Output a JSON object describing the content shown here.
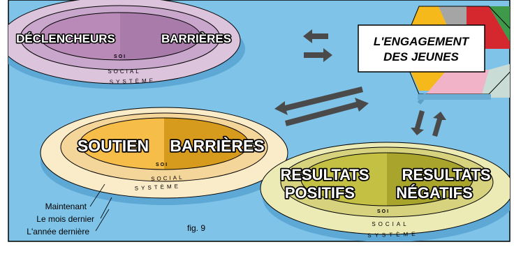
{
  "colors": {
    "background": "#7fc4e8",
    "panel_border": "#000000",
    "arrow": "#4a4a4a",
    "ellipse_top_outer": "#dcc4dc",
    "ellipse_top_mid": "#c9a6cc",
    "ellipse_top_inner_left": "#b98ab8",
    "ellipse_top_inner_right": "#a87bab",
    "ellipse_left_outer": "#faebc9",
    "ellipse_left_mid": "#f4d59a",
    "ellipse_left_inner_left": "#f6bd49",
    "ellipse_left_inner_right": "#d69a1c",
    "ellipse_right_outer": "#ecebb6",
    "ellipse_right_mid": "#d6d27e",
    "ellipse_right_inner_left": "#c4c044",
    "ellipse_right_inner_right": "#a9a52c",
    "hex_yellow": "#f6b91c",
    "hex_gray": "#a5a5a5",
    "hex_red": "#d4282e",
    "hex_pink": "#f1b3c8",
    "hex_teal": "#c9ddd6",
    "hex_green": "#3e9a4a"
  },
  "top_disk": {
    "left_label": "DÉCLENCHEURS",
    "right_label": "BARRIÈRES",
    "ring_inner": "SOI",
    "ring_middle": "SOCIAL",
    "ring_outer": "SYSTÈME"
  },
  "left_disk": {
    "left_label": "SOUTIEN",
    "right_label": "BARRIÈRES",
    "ring_inner": "SOI",
    "ring_middle": "SOCIAL",
    "ring_outer": "SYSTÈME"
  },
  "right_disk": {
    "left_label_line1": "RESULTATS",
    "left_label_line2": "POSITIFS",
    "right_label_line1": "RESULTATS",
    "right_label_line2": "NÉGATIFS",
    "ring_inner": "SOI",
    "ring_middle": "SOCIAL",
    "ring_outer": "SYSTÈME"
  },
  "engagement_box": {
    "line1": "L'ENGAGEMENT",
    "line2": "DES JEUNES"
  },
  "time_legend": {
    "now": "Maintenant",
    "last_month": "Le mois dernier",
    "last_year": "L'année dernière"
  },
  "caption": "fig. 9"
}
